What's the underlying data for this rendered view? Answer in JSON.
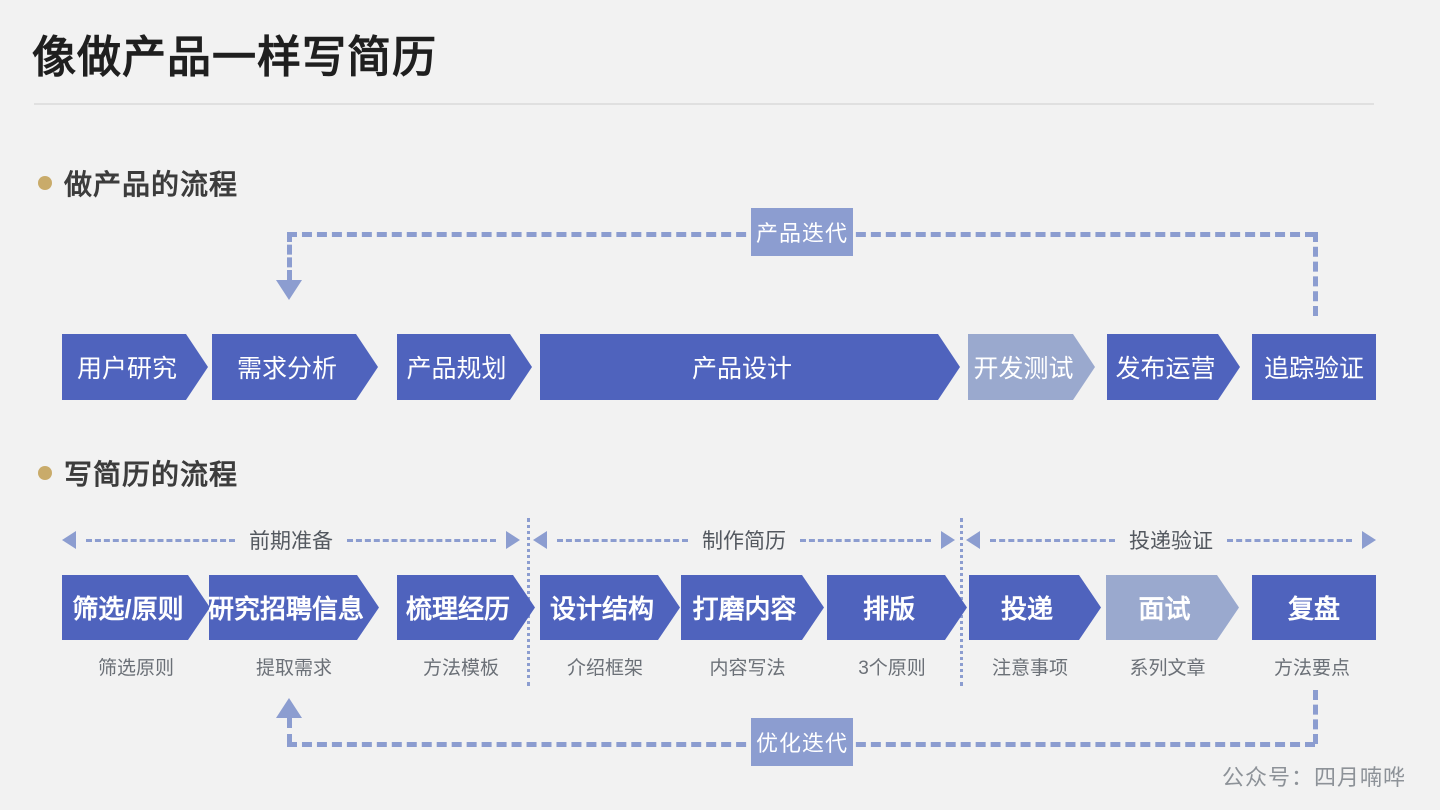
{
  "slide": {
    "title": "像做产品一样写简历",
    "footer": "公众号：四月喃哗",
    "background_color": "#f2f2f2",
    "accent_blue": "#4f63bd",
    "muted_blue": "#9aa9ce",
    "loop_blue": "#8c9dd0",
    "bullet_gold": "#c9ab6a"
  },
  "sections": [
    {
      "id": "product",
      "label": "做产品的流程"
    },
    {
      "id": "resume",
      "label": "写简历的流程"
    }
  ],
  "product_flow": {
    "loop_label": "产品迭代",
    "steps": [
      {
        "label": "用户研究",
        "state": "normal"
      },
      {
        "label": "需求分析",
        "state": "normal"
      },
      {
        "label": "产品规划",
        "state": "normal"
      },
      {
        "label": "产品设计",
        "state": "normal"
      },
      {
        "label": "开发测试",
        "state": "muted"
      },
      {
        "label": "发布运营",
        "state": "normal"
      },
      {
        "label": "追踪验证",
        "state": "normal"
      }
    ]
  },
  "resume_flow": {
    "loop_label": "优化迭代",
    "phases": [
      {
        "label": "前期准备"
      },
      {
        "label": "制作简历"
      },
      {
        "label": "投递验证"
      }
    ],
    "steps": [
      {
        "label": "筛选/原则",
        "caption": "筛选原则",
        "state": "normal"
      },
      {
        "label": "研究招聘信息",
        "caption": "提取需求",
        "state": "normal"
      },
      {
        "label": "梳理经历",
        "caption": "方法模板",
        "state": "normal"
      },
      {
        "label": "设计结构",
        "caption": "介绍框架",
        "state": "normal"
      },
      {
        "label": "打磨内容",
        "caption": "内容写法",
        "state": "normal"
      },
      {
        "label": "排版",
        "caption": "3个原则",
        "state": "normal"
      },
      {
        "label": "投递",
        "caption": "注意事项",
        "state": "normal"
      },
      {
        "label": "面试",
        "caption": "系列文章",
        "state": "muted"
      },
      {
        "label": "复盘",
        "caption": "方法要点",
        "state": "normal"
      }
    ]
  }
}
